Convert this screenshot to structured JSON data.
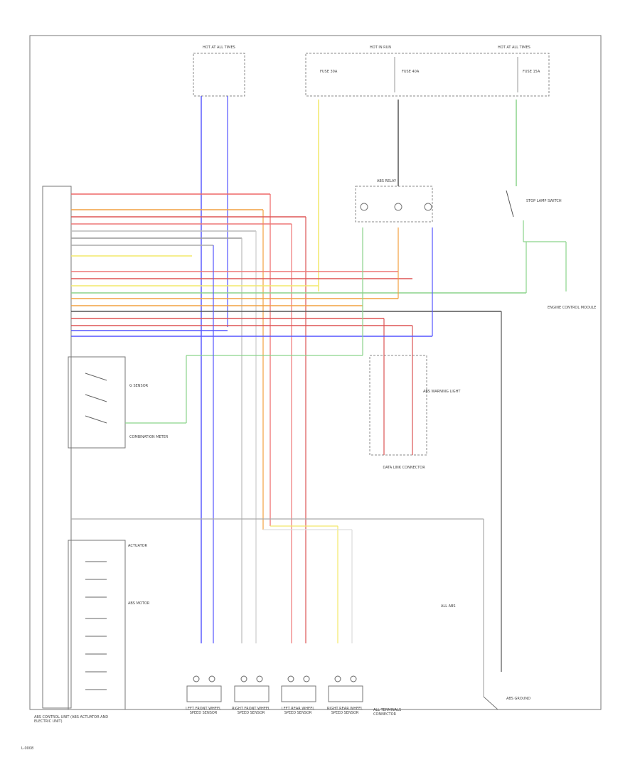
{
  "diagram": {
    "footer_id": "L-0008",
    "note": "ALL ABS",
    "labels": {
      "hot_run_top": "HOT AT ALL TIMES",
      "hot_run_mid": "HOT IN RUN",
      "hot_run_right": "HOT AT ALL TIMES",
      "fuse_a": "FUSE 30A",
      "fuse_b": "FUSE 40A",
      "fuse_c": "FUSE 15A",
      "relay_box": "ABS RELAY",
      "brake_switch": "STOP LAMP SWITCH",
      "combination_meter": "COMBINATION METER",
      "abs_warning": "ABS WARNING LIGHT",
      "abs_unit": "ABS CONTROL UNIT (ABS ACTUATOR AND ELECTRIC UNIT)",
      "g_sensor": "G SENSOR",
      "abs_motor": "ABS MOTOR",
      "data_link": "DATA LINK CONNECTOR",
      "ground": "ABS GROUND",
      "lf_sensor": "LEFT FRONT WHEEL SPEED SENSOR",
      "rf_sensor": "RIGHT FRONT WHEEL SPEED SENSOR",
      "lr_sensor": "LEFT REAR WHEEL SPEED SENSOR",
      "rr_sensor": "RIGHT REAR WHEEL SPEED SENSOR",
      "connector_note": "ALL TERMINALS CONNECTOR",
      "engine_unit": "ENGINE CONTROL MODULE",
      "actuator": "ACTUATOR"
    }
  }
}
